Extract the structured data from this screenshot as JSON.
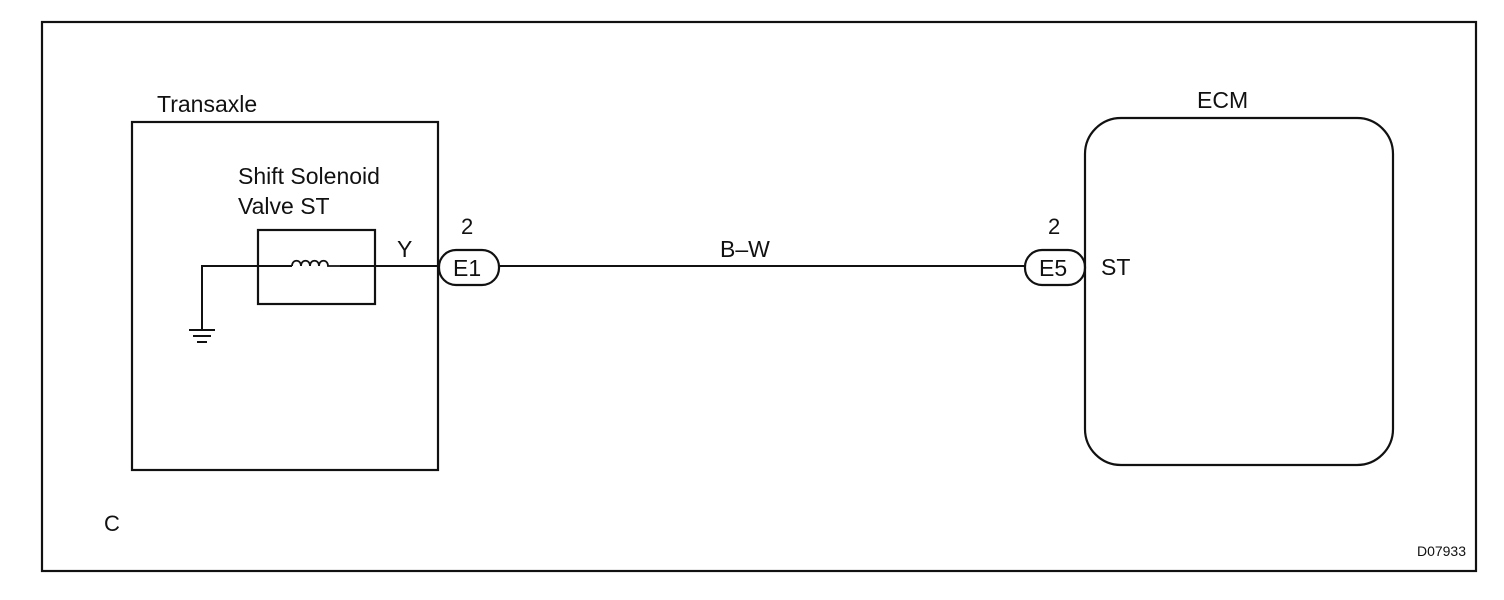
{
  "diagram": {
    "transaxle": {
      "label": "Transaxle"
    },
    "solenoid": {
      "label_line1": "Shift Solenoid",
      "label_line2": "Valve ST"
    },
    "wire_y": {
      "label": "Y"
    },
    "connector_e1": {
      "label": "E1",
      "pin": "2"
    },
    "wire_bw": {
      "label": "B–W"
    },
    "connector_e5": {
      "label": "E5",
      "pin": "2"
    },
    "ecm": {
      "label": "ECM",
      "terminal": "ST"
    },
    "section_letter": "C",
    "figure_code": "D07933"
  }
}
